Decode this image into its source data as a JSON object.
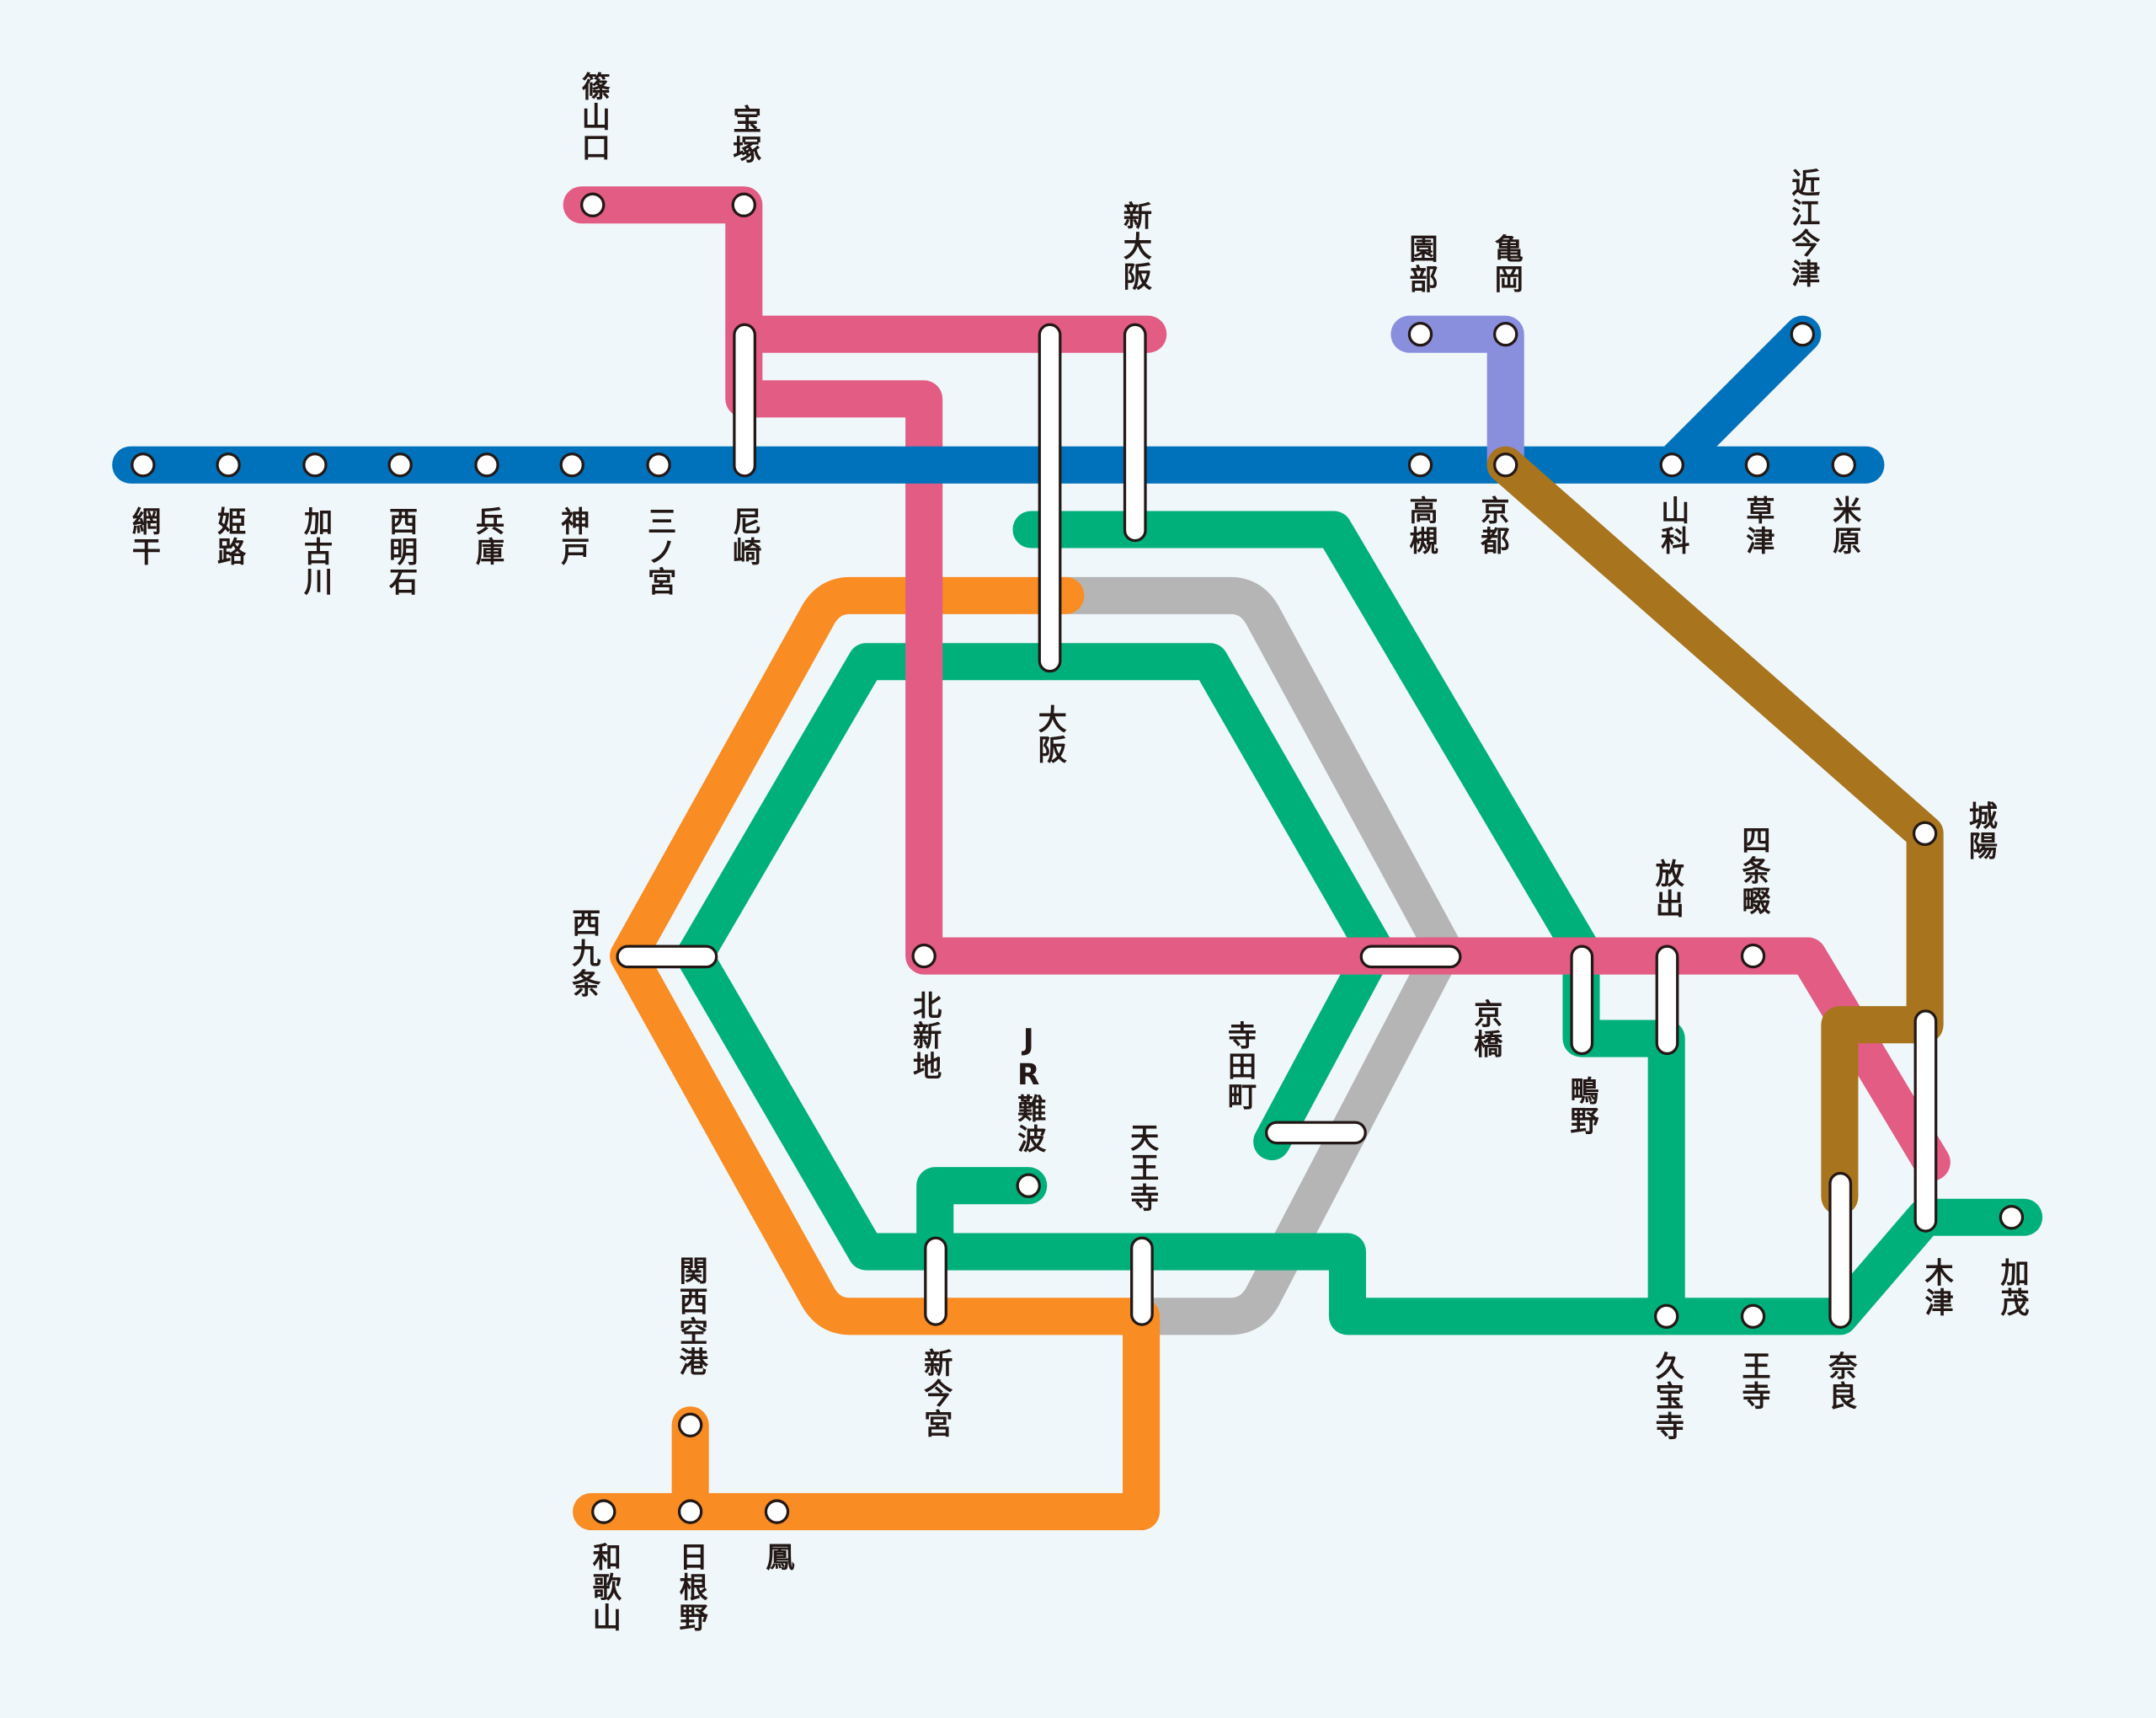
{
  "colors": {
    "background": "#eff7fa",
    "blue_line": "#0072bb",
    "pink_line": "#e25c84",
    "purple_line": "#8a8fdd",
    "brown_line": "#a8741e",
    "orange_line": "#f98c22",
    "green_line": "#00b07a",
    "gray_line": "#b5b5b5"
  },
  "stations": [
    "網干",
    "姫路",
    "加古川",
    "西明石",
    "兵庫",
    "神戸",
    "三ノ宮",
    "尼崎",
    "高槻",
    "京都",
    "山科",
    "草津",
    "米原",
    "近江今津",
    "園部",
    "亀岡",
    "篠山口",
    "宝塚",
    "新大阪",
    "大阪",
    "北新地",
    "西九条",
    "京橋",
    "鴫野",
    "放出",
    "四条畷",
    "城陽",
    "木津",
    "加茂",
    "奈良",
    "王寺",
    "久宝寺",
    "天王寺",
    "寺田町",
    "JR難波",
    "新今宮",
    "関西空港",
    "日根野",
    "和歌山",
    "鳳"
  ]
}
